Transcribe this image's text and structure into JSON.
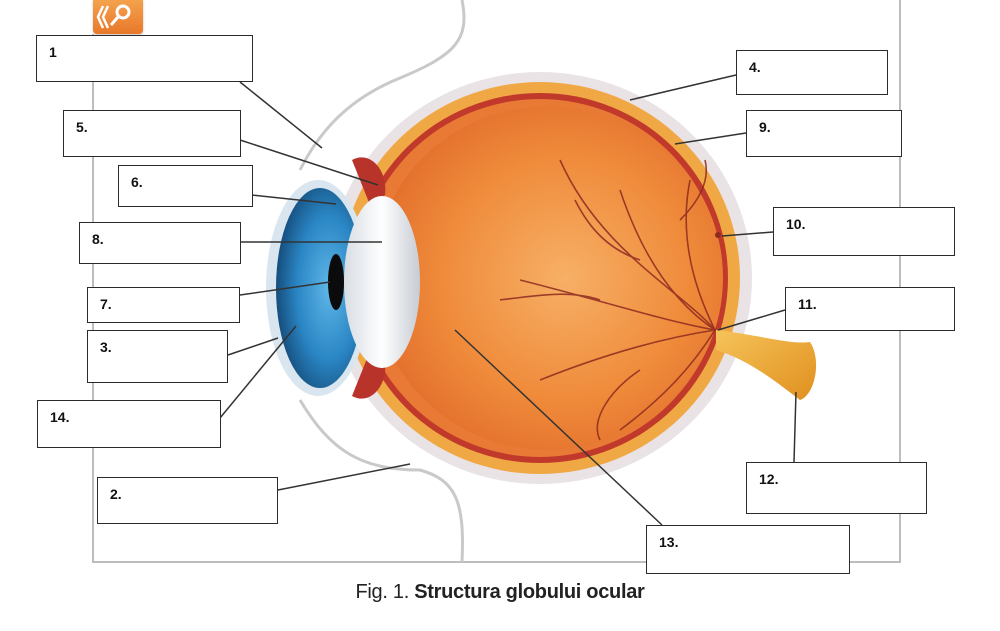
{
  "caption": {
    "prefix": "Fig. 1.",
    "title": "Structura globului ocular"
  },
  "labels": [
    {
      "id": "1",
      "text": "1"
    },
    {
      "id": "2",
      "text": "2."
    },
    {
      "id": "3",
      "text": "3."
    },
    {
      "id": "4",
      "text": "4."
    },
    {
      "id": "5",
      "text": "5."
    },
    {
      "id": "6",
      "text": "6."
    },
    {
      "id": "7",
      "text": "7."
    },
    {
      "id": "8",
      "text": "8."
    },
    {
      "id": "9",
      "text": "9."
    },
    {
      "id": "10",
      "text": "10."
    },
    {
      "id": "11",
      "text": "11."
    },
    {
      "id": "12",
      "text": "12."
    },
    {
      "id": "13",
      "text": "13."
    },
    {
      "id": "14",
      "text": "14."
    }
  ],
  "colors": {
    "sclera": "#f0a040",
    "choroid": "#c0392b",
    "vitreous": "#f08a3a",
    "iris": "#1f6fa8",
    "optic_nerve": "#f2b03c",
    "leader": "#333333"
  },
  "icons": {
    "app": "magnifier-app-icon"
  }
}
